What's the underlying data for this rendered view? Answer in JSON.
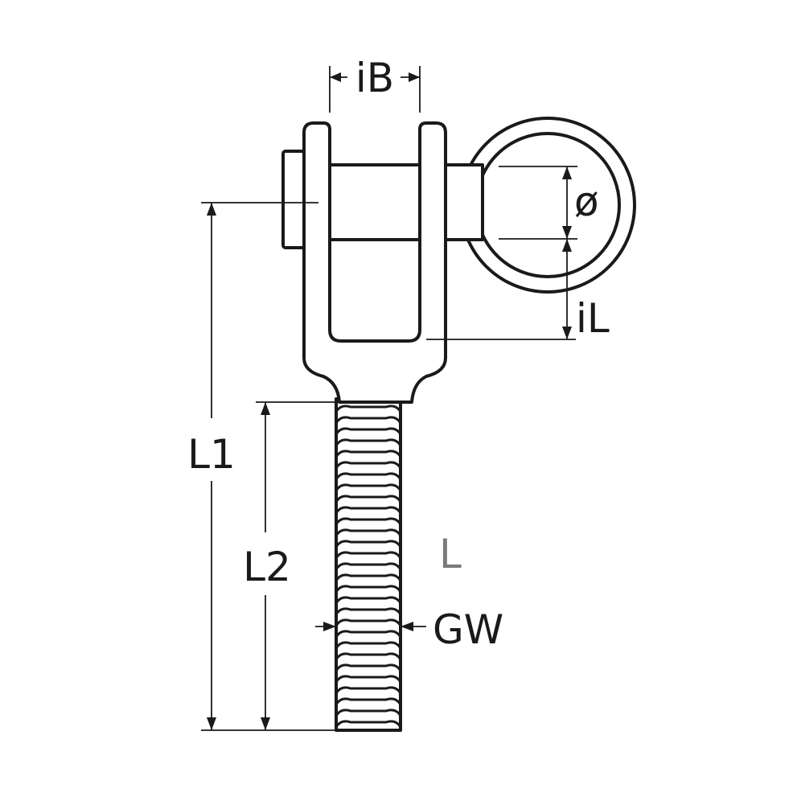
{
  "labels": {
    "inner_width": "iB",
    "pin_diameter": "ø",
    "inner_length": "iL",
    "overall_length": "L1",
    "thread_length": "L2",
    "length": "L",
    "thread": "GW"
  },
  "colors": {
    "line": "#1a1a1a",
    "label_length": "#7a7a7a",
    "background": "#ffffff"
  }
}
